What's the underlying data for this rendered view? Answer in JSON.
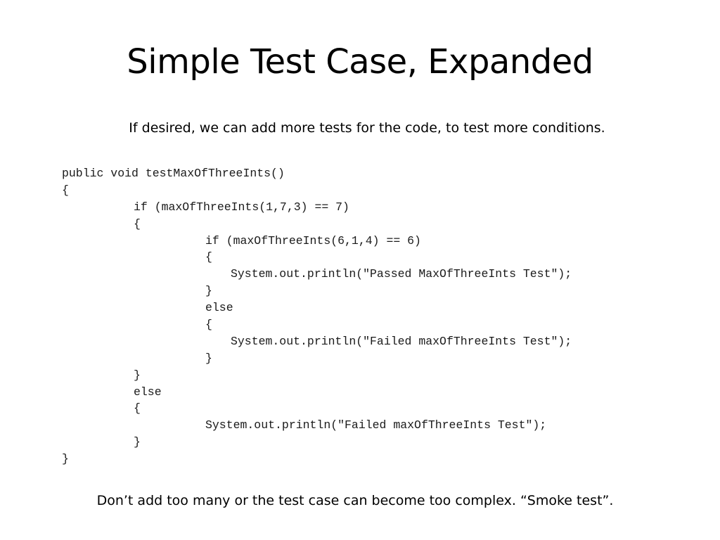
{
  "slide": {
    "title": "Simple Test Case, Expanded",
    "subtitle": "If desired, we can add more tests for the code, to test more conditions.",
    "code_lines": [
      "public void testMaxOfThreeInts()",
      "{",
      "if (maxOfThreeInts(1,7,3) == 7)",
      "{",
      "if (maxOfThreeInts(6,1,4) == 6)",
      "{",
      "System.out.println(\"Passed MaxOfThreeInts Test\");",
      "}",
      "else",
      "{",
      "System.out.println(\"Failed maxOfThreeInts Test\");",
      "}",
      "}",
      "else",
      "{",
      "System.out.println(\"Failed maxOfThreeInts Test\");",
      "}",
      "}"
    ],
    "footer": "Don’t add too many or the test case can become too complex.  “Smoke test”."
  }
}
